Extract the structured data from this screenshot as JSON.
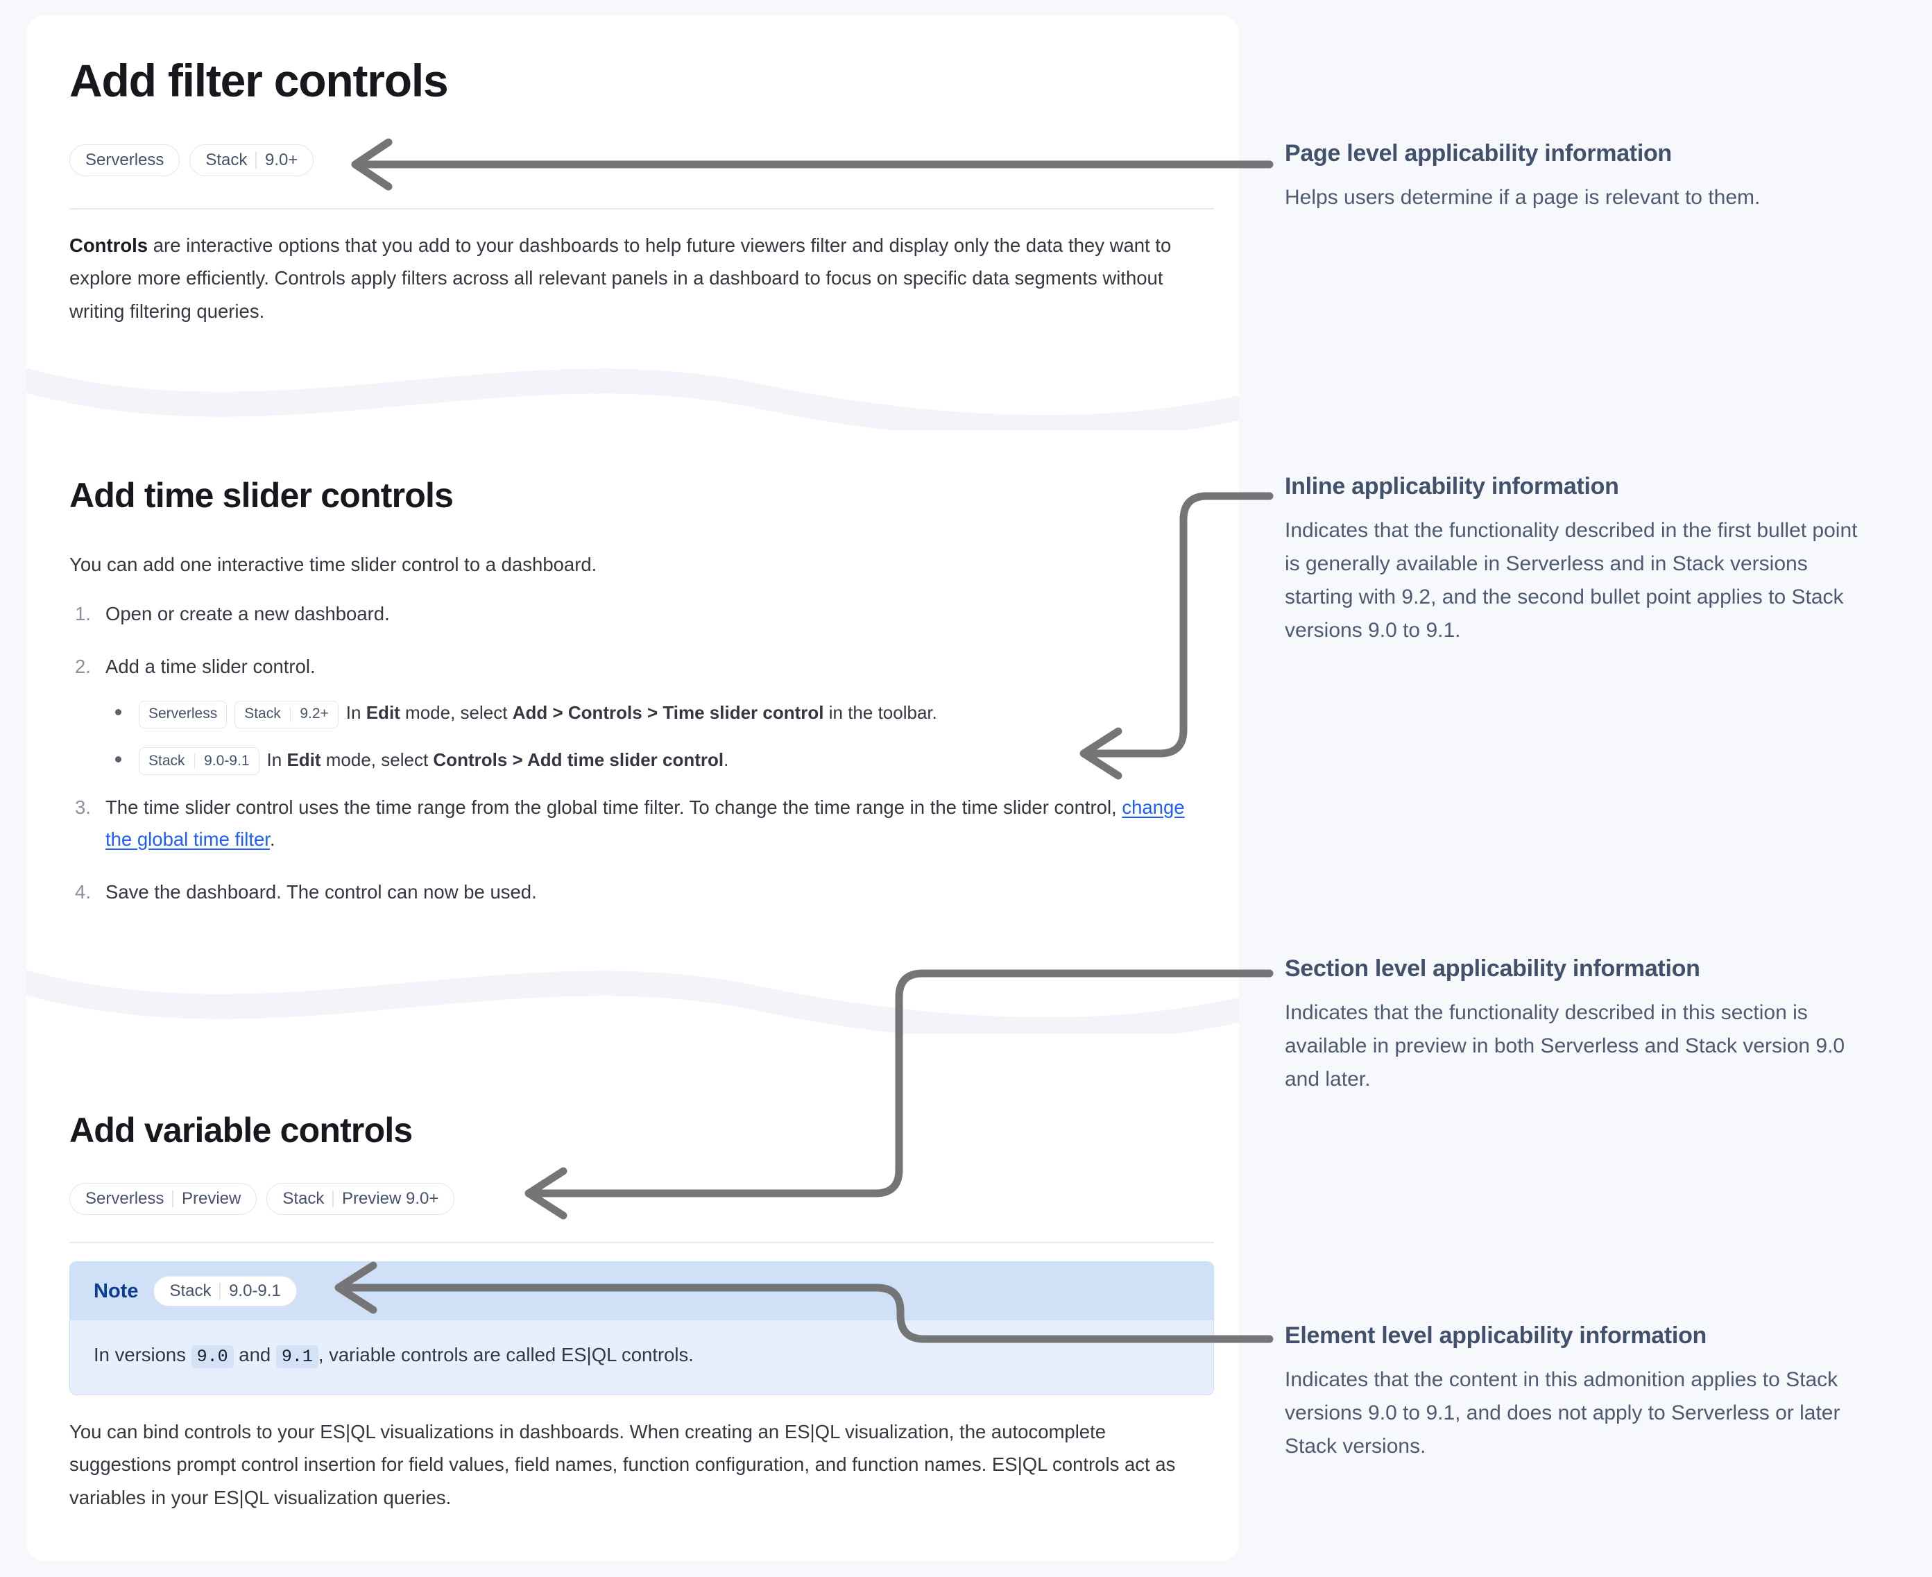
{
  "colors": {
    "page_background": "#f7f8fc",
    "panel_background": "#ffffff",
    "heading": "#16181d",
    "body_text": "#343741",
    "badge_text": "#46526b",
    "badge_border": "#e3e6ef",
    "link": "#1e5eff",
    "annotation_title": "#41506b",
    "annotation_body": "#4c5a72",
    "connector_line": "#757578",
    "note_header_background": "#cfe0f7",
    "note_body_background": "#e7effc",
    "note_label": "#0b3d91"
  },
  "doc": {
    "title": "Add filter controls",
    "page_badges": [
      {
        "parts": [
          "Serverless"
        ]
      },
      {
        "parts": [
          "Stack",
          "9.0+"
        ]
      }
    ],
    "intro": {
      "lead": "Controls",
      "rest": " are interactive options that you add to your dashboards to help future viewers filter and display only the data they want to explore more efficiently. Controls apply filters across all relevant panels in a dashboard to focus on specific data segments without writing filtering queries."
    },
    "section_time_slider": {
      "heading": "Add time slider controls",
      "intro": "You can add one interactive time slider control to a dashboard.",
      "steps": [
        {
          "num": "1.",
          "text": "Open or create a new dashboard."
        },
        {
          "num": "2.",
          "text": "Add a time slider control."
        },
        {
          "num": "3.",
          "text": "The time slider control uses the time range from the global time filter. To change the time range in the time slider control, ",
          "link": "change the global time filter",
          "text_after": "."
        },
        {
          "num": "4.",
          "text": "Save the dashboard. The control can now be used."
        }
      ],
      "bullets": [
        {
          "tags": [
            {
              "parts": [
                "Serverless"
              ]
            },
            {
              "parts": [
                "Stack",
                "9.2+"
              ]
            }
          ],
          "prefix": "In ",
          "b1": "Edit",
          "mid": " mode, select ",
          "b2": "Add > Controls > Time slider control",
          "suffix": " in the toolbar."
        },
        {
          "tags": [
            {
              "parts": [
                "Stack",
                "9.0-9.1"
              ]
            }
          ],
          "prefix": "In ",
          "b1": "Edit",
          "mid": " mode, select ",
          "b2": "Controls > Add time slider control",
          "suffix": "."
        }
      ]
    },
    "section_variable": {
      "heading": "Add variable controls",
      "badges": [
        {
          "parts": [
            "Serverless",
            "Preview"
          ]
        },
        {
          "parts": [
            "Stack",
            "Preview 9.0+"
          ]
        }
      ],
      "note": {
        "label": "Note",
        "badge": {
          "parts": [
            "Stack",
            "9.0-9.1"
          ]
        },
        "body_before": "In versions ",
        "code1": "9.0",
        "body_mid": " and ",
        "code2": "9.1",
        "body_after": ", variable controls are called ES|QL controls."
      },
      "paragraph": "You can bind controls to your ES|QL visualizations in dashboards. When creating an ES|QL visualization, the autocomplete suggestions prompt control insertion for field values, field names, function configuration, and function names. ES|QL controls act as variables in your ES|QL visualization queries."
    }
  },
  "annotations": [
    {
      "id": "page-level",
      "title": "Page level applicability information",
      "body": "Helps users determine if a page is relevant to them."
    },
    {
      "id": "inline",
      "title": "Inline applicability information",
      "body": "Indicates that the functionality described in the first bullet point is generally available in Serverless and in Stack versions starting with 9.2, and the second bullet point applies to Stack versions 9.0 to 9.1."
    },
    {
      "id": "section-level",
      "title": "Section level applicability information",
      "body": "Indicates that the functionality described in this section is available in preview in both Serverless and Stack version 9.0 and later."
    },
    {
      "id": "element-level",
      "title": "Element level applicability information",
      "body": "Indicates that the content in this admonition applies to Stack versions 9.0 to 9.1, and does not apply to Serverless or later Stack versions."
    }
  ]
}
